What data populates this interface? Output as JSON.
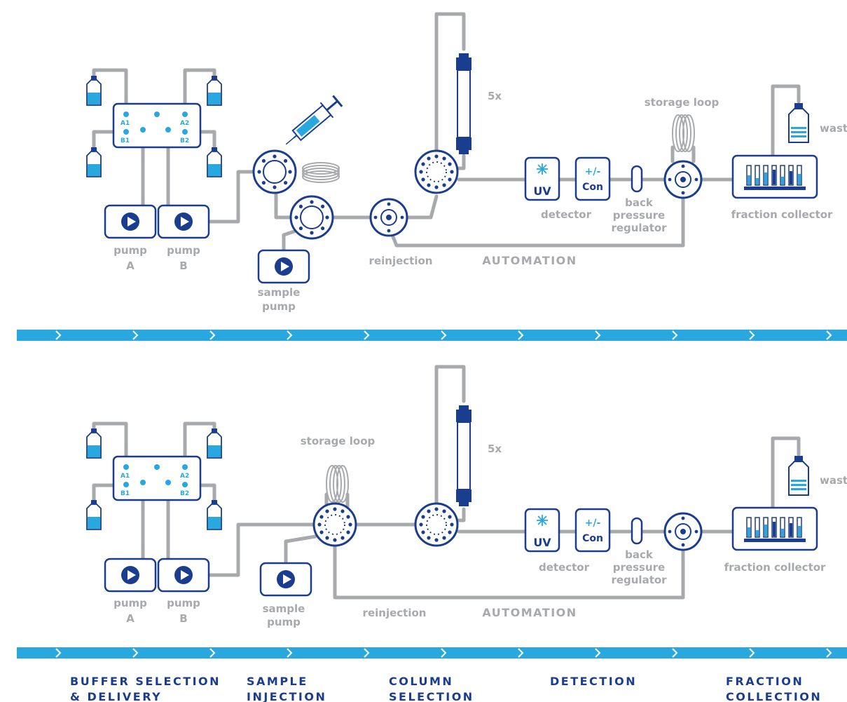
{
  "colors": {
    "navy": "#1b3d8f",
    "cyan": "#29a8e0",
    "tube": "#a7a9ac",
    "text": "#a7a9ac"
  },
  "panels": [
    {
      "id": "top",
      "valve_ports": [
        "A1",
        "A2",
        "B1",
        "B2"
      ],
      "pump_a": [
        "pump",
        "A"
      ],
      "pump_b": [
        "pump",
        "B"
      ],
      "sample_pump": [
        "sample",
        "pump"
      ],
      "column_multiplier": "5x",
      "storage_loop": "storage loop",
      "detector_uv": "UV",
      "detector_con": [
        "+/-",
        "Con"
      ],
      "detector": "detector",
      "back_pressure_regulator": [
        "back",
        "pressure",
        "regulator"
      ],
      "fraction_collector": "fraction collector",
      "waste": "wast",
      "reinjection": "reinjection",
      "automation": "AUTOMATION"
    },
    {
      "id": "bottom",
      "valve_ports": [
        "A1",
        "A2",
        "B1",
        "B2"
      ],
      "pump_a": [
        "pump",
        "A"
      ],
      "pump_b": [
        "pump",
        "B"
      ],
      "sample_pump": [
        "sample",
        "pump"
      ],
      "column_multiplier": "5x",
      "storage_loop": "storage loop",
      "detector_uv": "UV",
      "detector_con": [
        "+/-",
        "Con"
      ],
      "detector": "detector",
      "back_pressure_regulator": [
        "back",
        "pressure",
        "regulator"
      ],
      "fraction_collector": "fraction collector",
      "waste": "wast",
      "reinjection": "reinjection",
      "automation": "AUTOMATION"
    }
  ],
  "stages": [
    [
      "BUFFER SELECTION",
      "& DELIVERY"
    ],
    [
      "SAMPLE",
      "INJECTION"
    ],
    [
      "COLUMN",
      "SELECTION"
    ],
    [
      "DETECTION"
    ],
    [
      "FRACTION",
      "COLLECTION"
    ]
  ],
  "icons": [
    "bottle-icon",
    "play-icon",
    "syringe-icon",
    "uv-lamp-icon",
    "valve-icon",
    "coil-icon",
    "column-icon",
    "test-tube-rack-icon"
  ]
}
